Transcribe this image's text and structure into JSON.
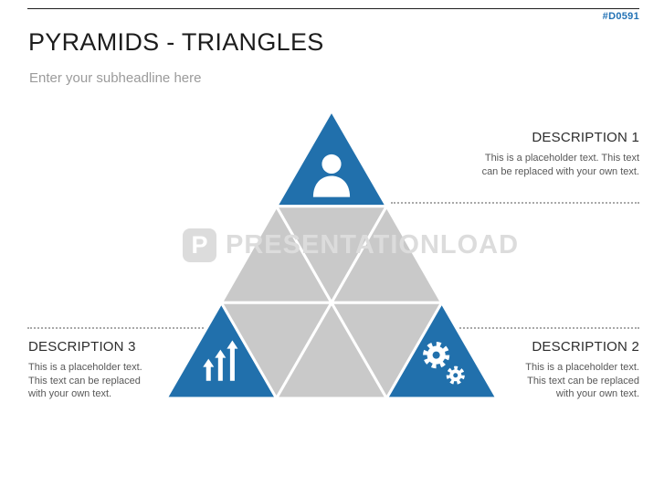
{
  "slide": {
    "code": "#D0591",
    "title": "PYRAMIDS - TRIANGLES",
    "subheadline": "Enter your subheadline here"
  },
  "descriptions": [
    {
      "label": "DESCRIPTION 1",
      "text": "This is a placeholder text. This text\ncan be replaced with your own text."
    },
    {
      "label": "DESCRIPTION 2",
      "text": "This is a placeholder text.\nThis text can be replaced\nwith your own text."
    },
    {
      "label": "DESCRIPTION 3",
      "text": "This is a placeholder text.\nThis text can be replaced\nwith your own text."
    }
  ],
  "pyramid": {
    "rows": 3,
    "highlighted_segments": [
      "top",
      "bottom-left",
      "bottom-right"
    ],
    "icons": {
      "top": "person-icon",
      "bottom_left": "growth-arrows-icon",
      "bottom_right": "gears-icon"
    }
  },
  "watermark": {
    "logo": "P",
    "text": "PRESENTATIONLOAD"
  },
  "colors": {
    "accent_blue": "#2170AC",
    "triangle_gray": "#C9C9C9",
    "watermark_gray": "#DCDCDC",
    "code_blue": "#2272B5",
    "dotted_line": "#A9A9A9"
  }
}
